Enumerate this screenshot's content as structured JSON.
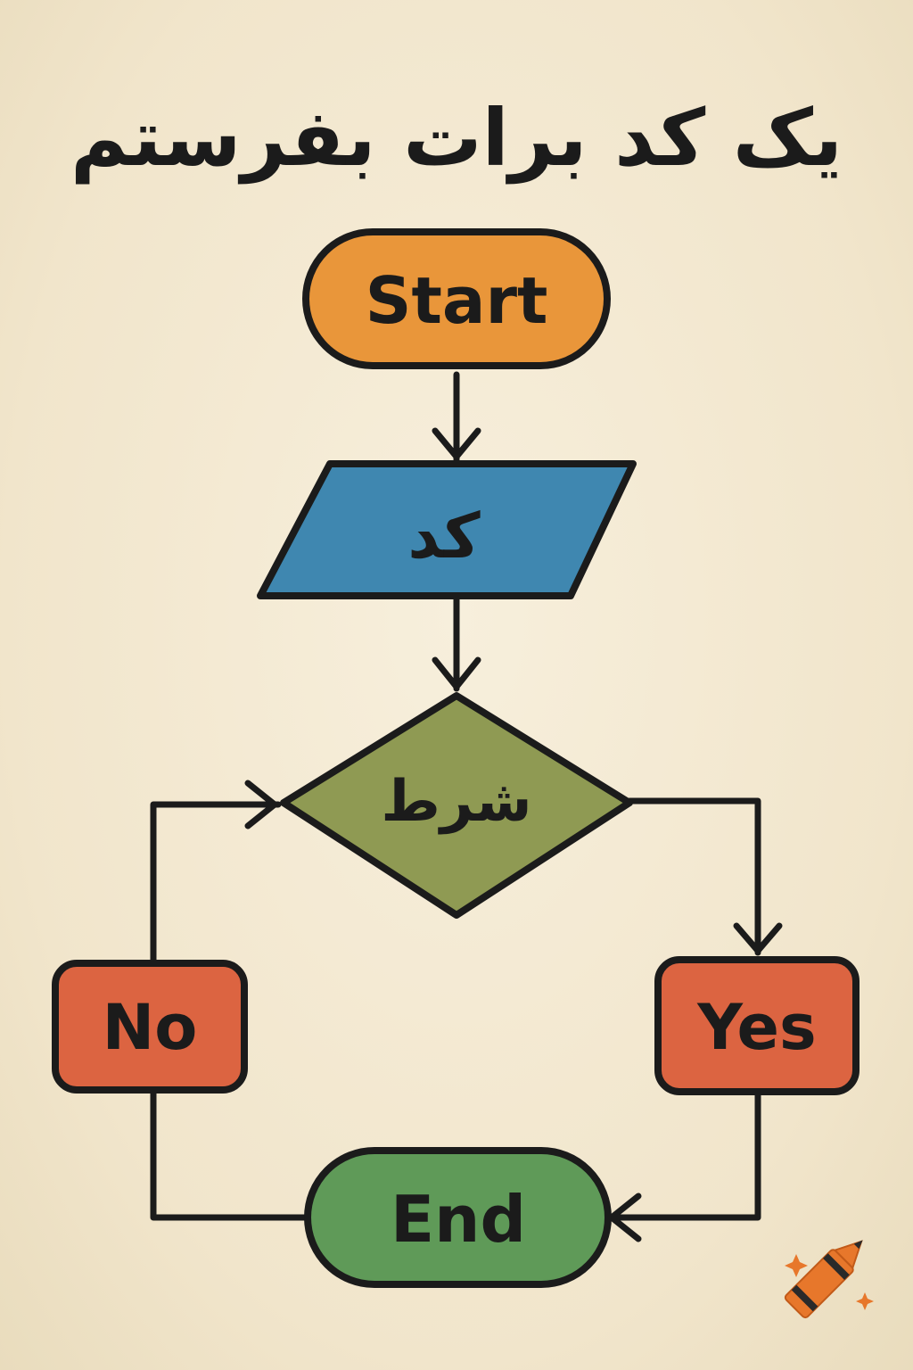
{
  "title": "یک کد برات بفرستم",
  "nodes": {
    "start": "Start",
    "input": "کد",
    "decision": "شرط",
    "no": "No",
    "yes": "Yes",
    "end": "End"
  },
  "colors": {
    "background": "#f3e9d3",
    "start": "#e9963a",
    "input": "#3f87b0",
    "decision": "#8f9a53",
    "no": "#dc6441",
    "yes": "#dc6441",
    "end": "#5f9a58",
    "stroke": "#1b1b1b"
  },
  "icons": {
    "watermark": "crayon-icon"
  }
}
